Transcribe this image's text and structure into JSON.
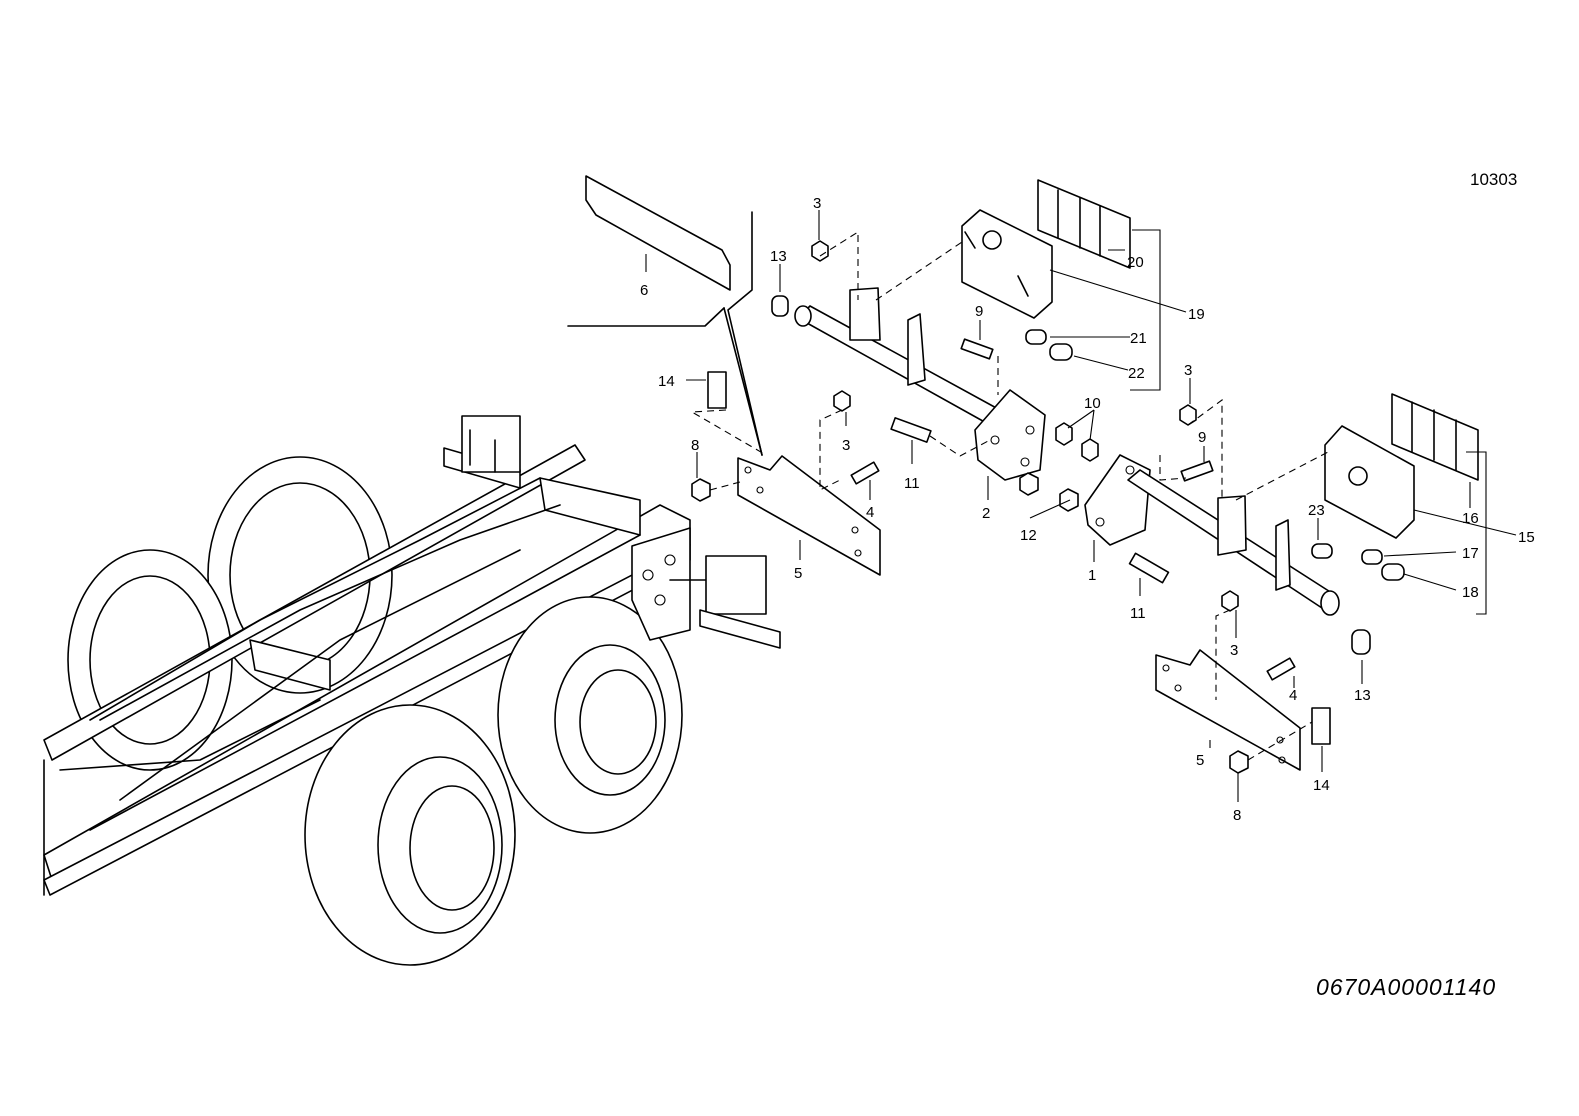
{
  "diagram_id": "10303",
  "drawing_number": "0670A00001140",
  "callouts": [
    "1",
    "2",
    "3",
    "3",
    "3",
    "3",
    "4",
    "4",
    "5",
    "5",
    "6",
    "8",
    "8",
    "9",
    "9",
    "10",
    "11",
    "11",
    "12",
    "13",
    "13",
    "14",
    "14",
    "15",
    "16",
    "17",
    "18",
    "19",
    "20",
    "21",
    "22",
    "23"
  ]
}
